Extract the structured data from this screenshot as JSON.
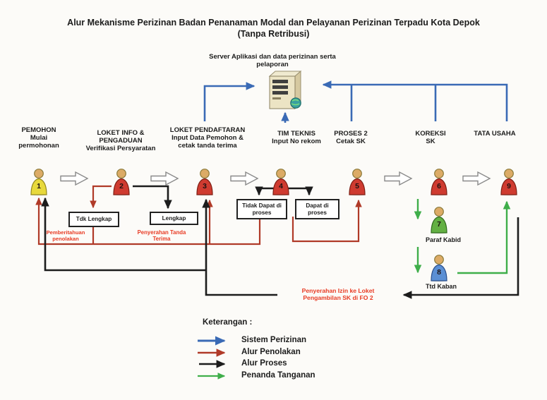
{
  "title": {
    "line1": "Alur Mekanisme Perizinan Badan Penanaman Modal dan Pelayanan Perizinan Terpadu Kota Depok",
    "line2": "(Tanpa Retribusi)"
  },
  "server": {
    "label": "Server Aplikasi dan data perizinan serta pelaporan"
  },
  "columns": [
    {
      "title": "PEMOHON",
      "subtitle": "Mulai\npermohonan"
    },
    {
      "title": "LOKET INFO &\nPENGADUAN",
      "subtitle": "Verifikasi Persyaratan"
    },
    {
      "title": "LOKET PENDAFTARAN",
      "subtitle": "Input Data Pemohon &\ncetak tanda terima"
    },
    {
      "title": "TIM TEKNIS",
      "subtitle": "Input No rekom"
    },
    {
      "title": "PROSES 2",
      "subtitle": "Cetak SK"
    },
    {
      "title": "KOREKSI\nSK",
      "subtitle": ""
    },
    {
      "title": "TATA USAHA",
      "subtitle": ""
    }
  ],
  "persons": [
    {
      "number": "1",
      "fill": "#e8d93c",
      "edge": "#94891c"
    },
    {
      "number": "2",
      "fill": "#cf3b30",
      "edge": "#7e1f14"
    },
    {
      "number": "3",
      "fill": "#cf3b30",
      "edge": "#7e1f14"
    },
    {
      "number": "4",
      "fill": "#cf3b30",
      "edge": "#7e1f14"
    },
    {
      "number": "5",
      "fill": "#cf3b30",
      "edge": "#7e1f14"
    },
    {
      "number": "6",
      "fill": "#cf3b30",
      "edge": "#7e1f14"
    },
    {
      "number": "7",
      "fill": "#63b043",
      "edge": "#2f6b1d"
    },
    {
      "number": "8",
      "fill": "#5b8fd4",
      "edge": "#2a4f8c"
    },
    {
      "number": "9",
      "fill": "#cf3b30",
      "edge": "#7e1f14"
    }
  ],
  "boxes": [
    {
      "label": "Tdk Lengkap"
    },
    {
      "label": "Lengkap"
    },
    {
      "label": "Tidak Dapat di\nproses"
    },
    {
      "label": "Dapat di\nproses"
    }
  ],
  "annotations": {
    "pemberitahuan_penolakan": "Pemberitahuan\npenolakan",
    "penyerahan_tanda_terima": "Penyerahan Tanda\nTerima",
    "penyerahan_izin": "Penyerahan Izin ke Loket\nPengambilan SK di FO 2",
    "paraf_kabid": "Paraf Kabid",
    "ttd_kaban": "Ttd Kaban"
  },
  "legend": {
    "heading": "Keterangan :",
    "items": [
      {
        "label": "Sistem Perizinan",
        "color": "#3a6ab5"
      },
      {
        "label": "Alur Penolakan",
        "color": "#b03a28"
      },
      {
        "label": "Alur Proses",
        "color": "#1c1c1c"
      },
      {
        "label": "Penanda Tanganan",
        "color": "#3fae4a"
      }
    ]
  },
  "colors": {
    "system_blue": "#3a6ab5",
    "rejection_red": "#b03a28",
    "process_black": "#1c1c1c",
    "signing_green": "#3fae4a",
    "annotation_red": "#e83b24",
    "gray_arrow_outline": "#8a8a8a",
    "person_yellow": "#e8d93c",
    "person_red": "#cf3b30",
    "person_green": "#63b043",
    "person_blue": "#5b8fd4",
    "background": "#fcfbf8"
  }
}
